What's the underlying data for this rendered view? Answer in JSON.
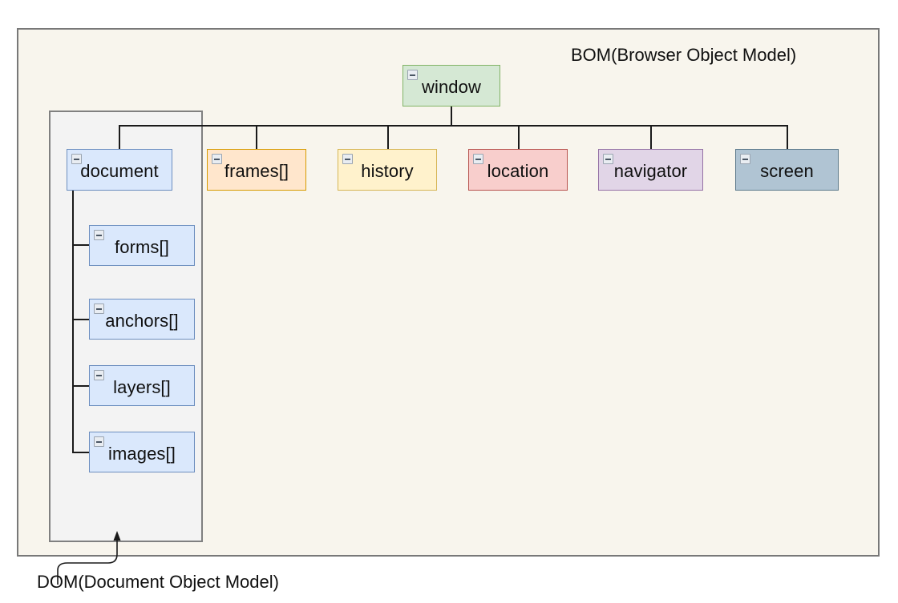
{
  "diagram": {
    "title_bom": "BOM(Browser Object Model)",
    "title_dom": "DOM(Document Object Model)",
    "icon_name": "collapse-minus-icon",
    "colors": {
      "page_background": "#ffffff",
      "bom_fill": "#f8f5ed",
      "bom_border": "#787878",
      "dom_fill": "#f3f3f3",
      "dom_border": "#808080",
      "connector": "#1a1a1a",
      "text": "#101010"
    },
    "root": {
      "label": "window",
      "fill": "#d5e8d4",
      "border": "#82b366"
    },
    "bom_children": [
      {
        "label": "document",
        "fill": "#dae8fc",
        "border": "#6c8ebf"
      },
      {
        "label": "frames[]",
        "fill": "#ffe6cc",
        "border": "#d79b00"
      },
      {
        "label": "history",
        "fill": "#fff2cc",
        "border": "#d6b656"
      },
      {
        "label": "location",
        "fill": "#f8cecc",
        "border": "#b85450"
      },
      {
        "label": "navigator",
        "fill": "#e1d5e7",
        "border": "#9673a6"
      },
      {
        "label": "screen",
        "fill": "#b0c4d3",
        "border": "#5d7a8c"
      }
    ],
    "dom_children": [
      {
        "label": "forms[]",
        "fill": "#dae8fc",
        "border": "#6c8ebf"
      },
      {
        "label": "anchors[]",
        "fill": "#dae8fc",
        "border": "#6c8ebf"
      },
      {
        "label": "layers[]",
        "fill": "#dae8fc",
        "border": "#6c8ebf"
      },
      {
        "label": "images[]",
        "fill": "#dae8fc",
        "border": "#6c8ebf"
      }
    ]
  }
}
